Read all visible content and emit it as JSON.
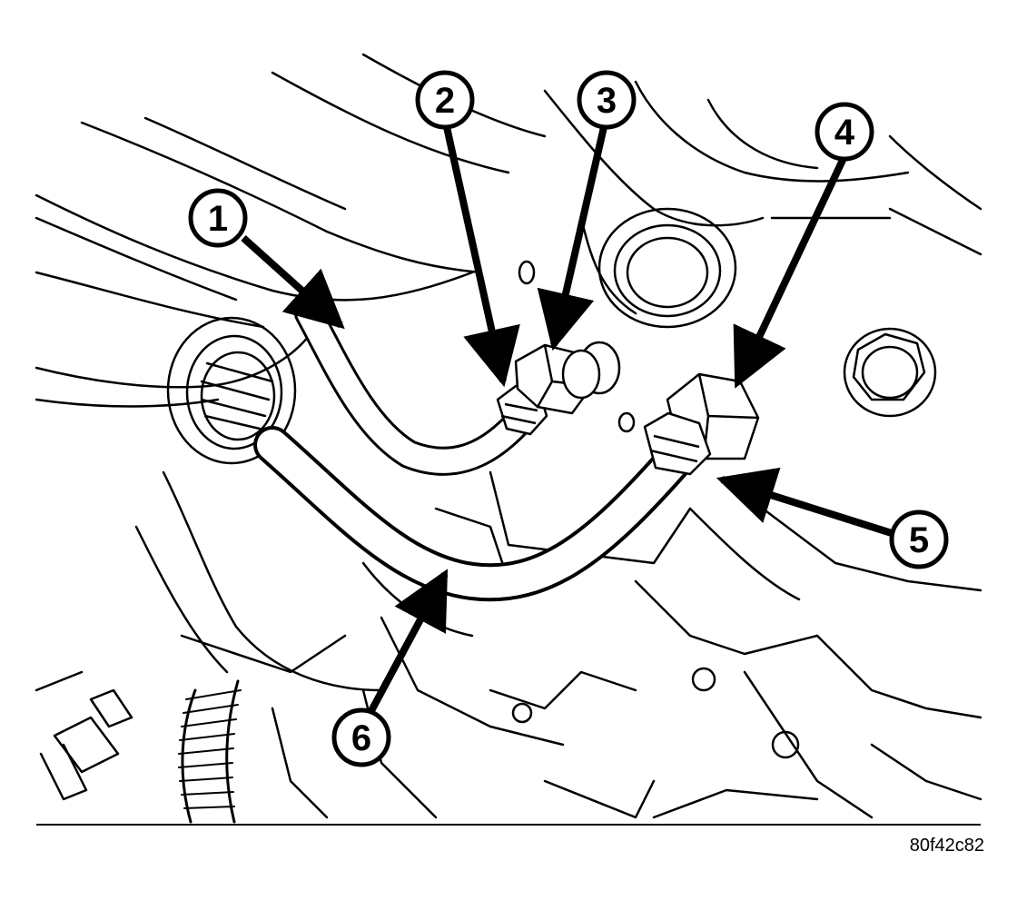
{
  "figure_id": "80f42c82",
  "callouts": [
    {
      "number": "1"
    },
    {
      "number": "2"
    },
    {
      "number": "3"
    },
    {
      "number": "4"
    },
    {
      "number": "5"
    },
    {
      "number": "6"
    }
  ],
  "colors": {
    "line": "#000000",
    "background": "#ffffff"
  }
}
